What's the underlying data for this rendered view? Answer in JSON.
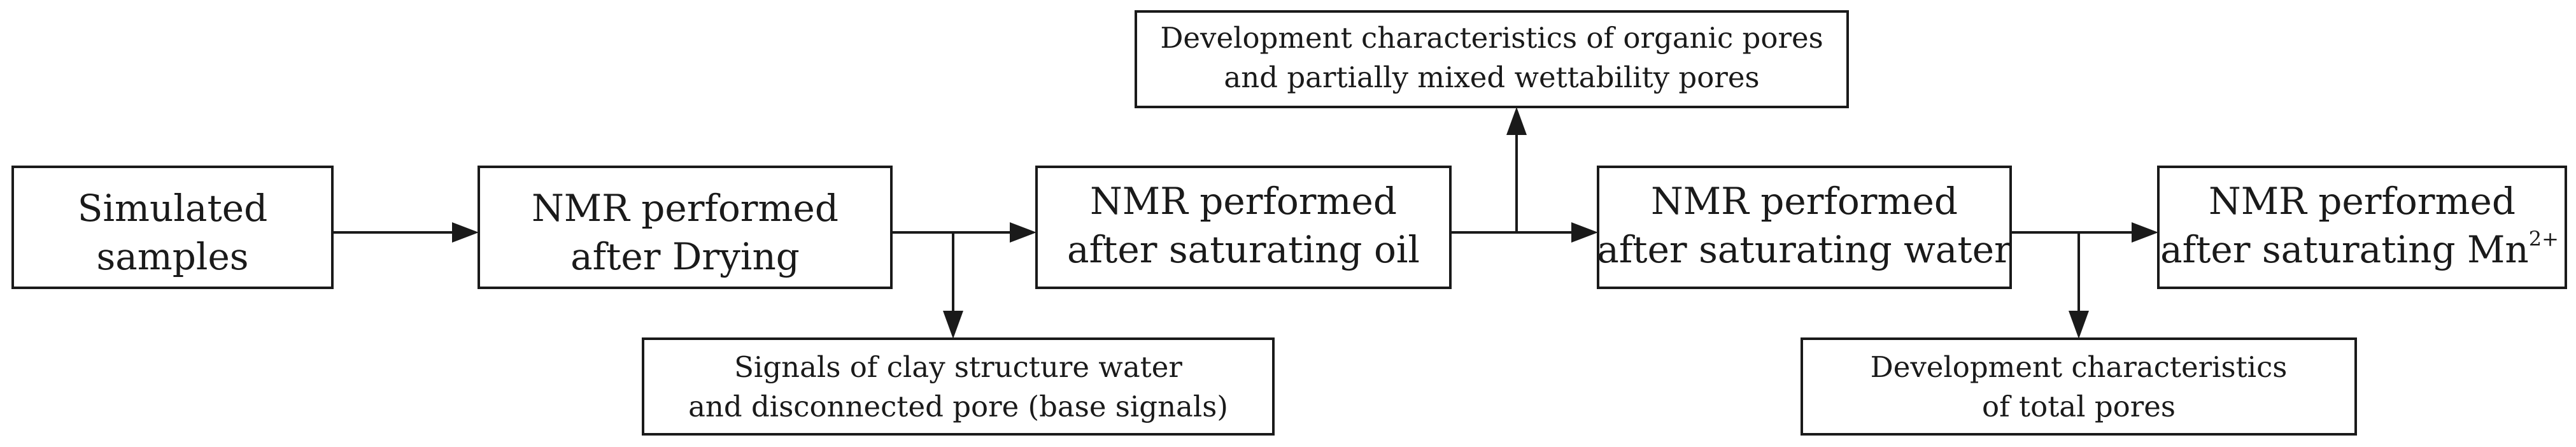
{
  "steps": {
    "simulated_samples": {
      "line1": "Simulated",
      "line2": "samples"
    },
    "nmr_drying": {
      "line1": "NMR performed",
      "line2": "after Drying"
    },
    "nmr_oil": {
      "line1": "NMR performed",
      "line2": "after saturating oil"
    },
    "nmr_water": {
      "line1": "NMR performed",
      "line2": "after saturating water"
    },
    "nmr_mn": {
      "line1": "NMR performed",
      "line2": "after saturating Mn",
      "superscript": "2+"
    }
  },
  "outputs": {
    "base_signals": {
      "line1": "Signals of clay structure water",
      "line2": "and disconnected pore (base signals)"
    },
    "organic_pores": {
      "line1": "Development characteristics of organic pores",
      "line2": "and partially mixed wettability pores"
    },
    "total_pores": {
      "line1": "Development characteristics",
      "line2": "of total pores"
    }
  },
  "colors": {
    "stroke": "#1a1a1a",
    "background": "#ffffff"
  }
}
